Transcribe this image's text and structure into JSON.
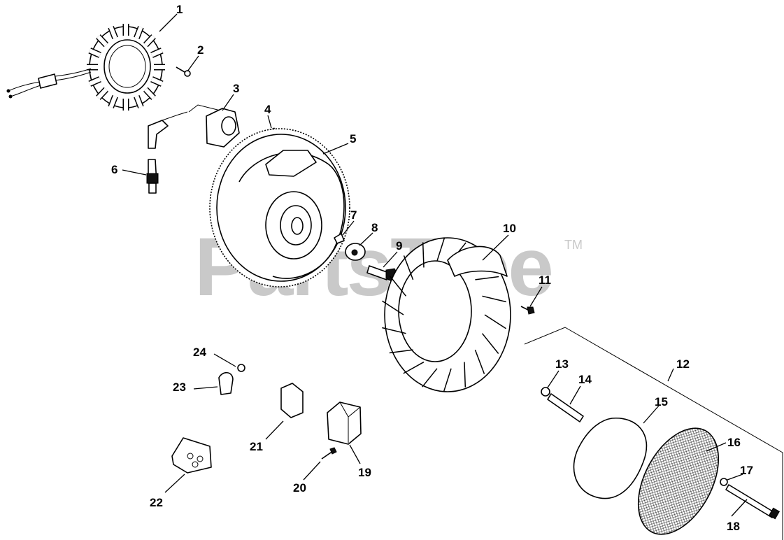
{
  "watermark": {
    "brand": "PartsTree",
    "mark": "TM"
  },
  "callouts": [
    "1",
    "2",
    "3",
    "4",
    "5",
    "6",
    "7",
    "8",
    "9",
    "10",
    "11",
    "12",
    "13",
    "14",
    "15",
    "16",
    "17",
    "18",
    "19",
    "20",
    "21",
    "22",
    "23",
    "24"
  ]
}
